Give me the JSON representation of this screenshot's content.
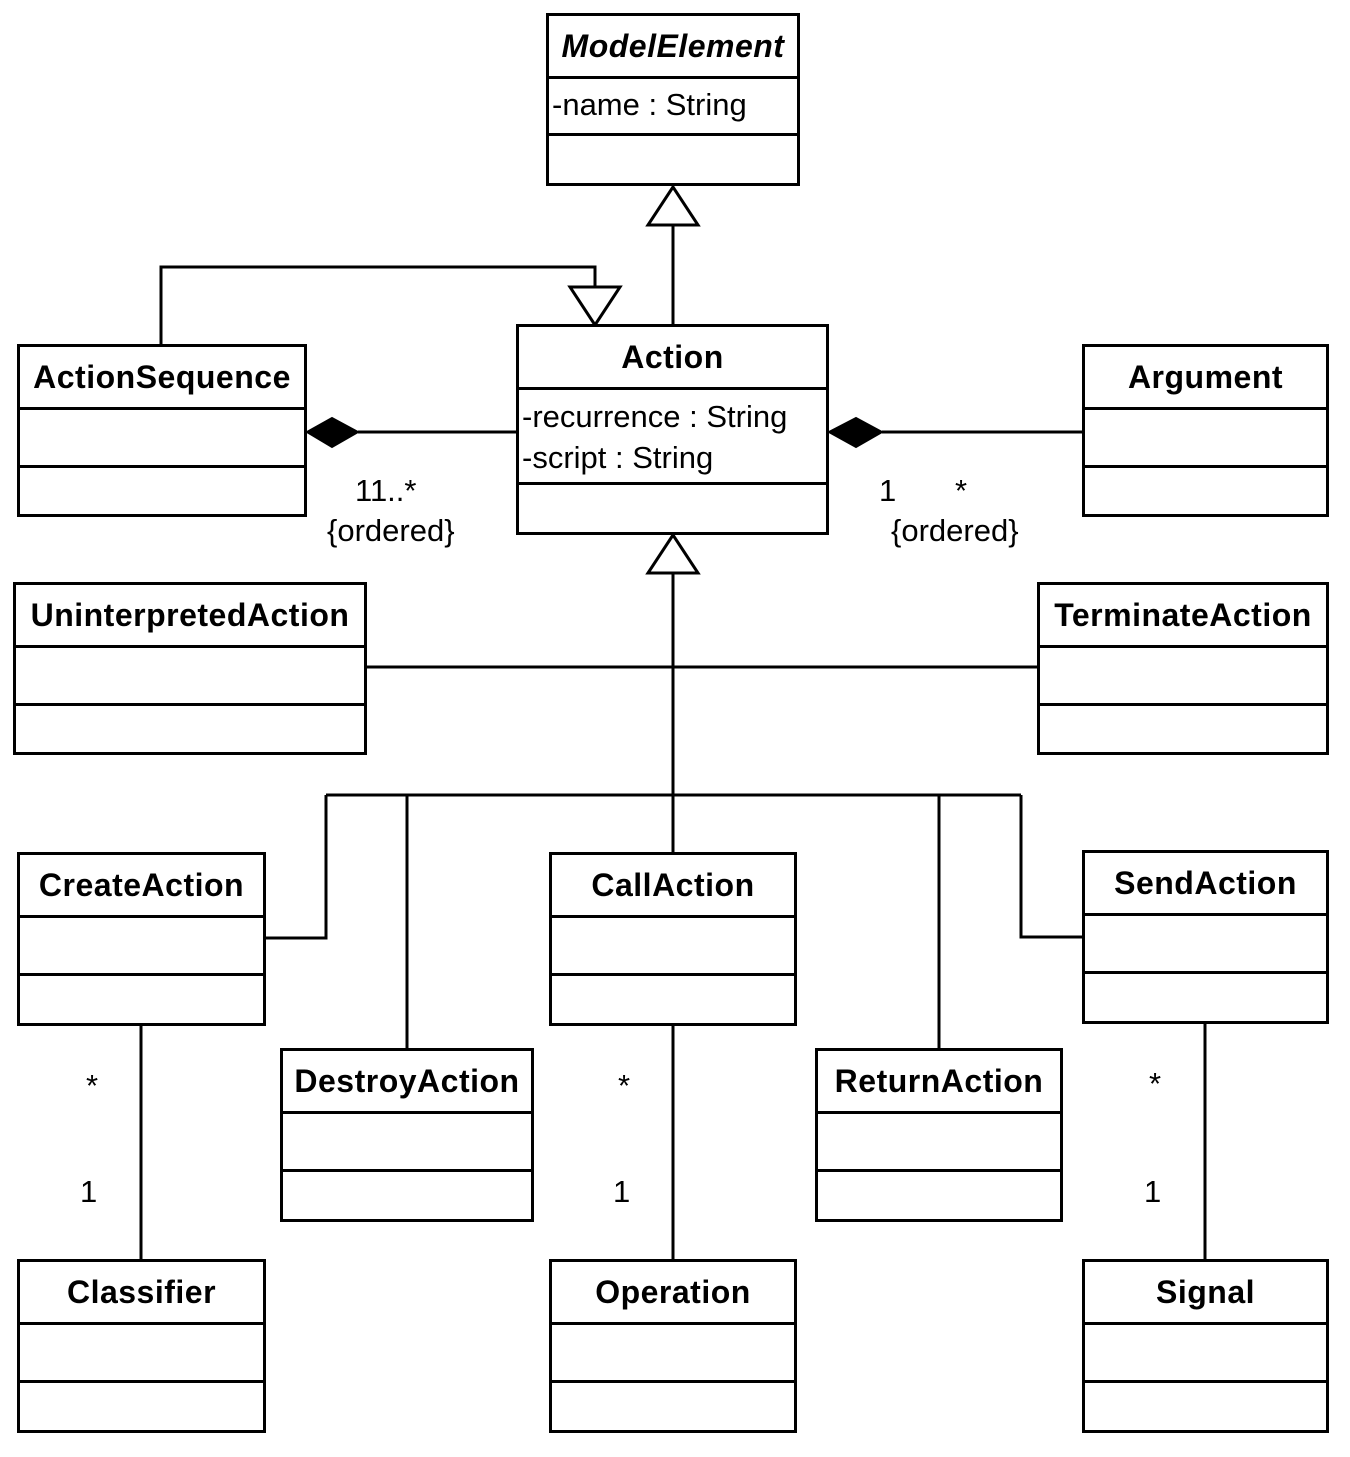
{
  "classes": {
    "model_element": {
      "name": "ModelElement",
      "attributes": [
        "-name : String"
      ]
    },
    "action": {
      "name": "Action",
      "attributes": [
        "-recurrence : String",
        "-script : String"
      ]
    },
    "action_sequence": {
      "name": "ActionSequence"
    },
    "argument": {
      "name": "Argument"
    },
    "uninterpreted_action": {
      "name": "UninterpretedAction"
    },
    "terminate_action": {
      "name": "TerminateAction"
    },
    "create_action": {
      "name": "CreateAction"
    },
    "call_action": {
      "name": "CallAction"
    },
    "send_action": {
      "name": "SendAction"
    },
    "destroy_action": {
      "name": "DestroyAction"
    },
    "return_action": {
      "name": "ReturnAction"
    },
    "classifier": {
      "name": "Classifier"
    },
    "operation": {
      "name": "Operation"
    },
    "signal": {
      "name": "Signal"
    }
  },
  "associations": {
    "sequence_action": {
      "multiplicity": "11..*",
      "constraint": "{ordered}"
    },
    "action_argument": {
      "source_multiplicity": "1",
      "target_multiplicity": "*",
      "constraint": "{ordered}"
    },
    "create_classifier": {
      "source_multiplicity": "*",
      "target_multiplicity": "1"
    },
    "call_operation": {
      "source_multiplicity": "*",
      "target_multiplicity": "1"
    },
    "send_signal": {
      "source_multiplicity": "*",
      "target_multiplicity": "1"
    }
  }
}
